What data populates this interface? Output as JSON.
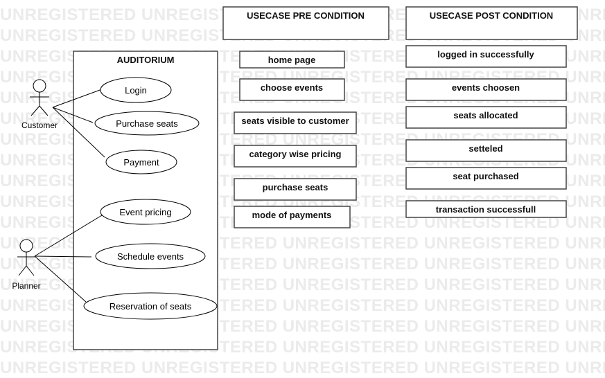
{
  "watermark": {
    "text": "UNREGISTERED"
  },
  "diagram": {
    "system": {
      "title": "AUDITORIUM"
    },
    "actors": [
      {
        "name": "Customer"
      },
      {
        "name": "Planner"
      }
    ],
    "use_cases": [
      {
        "label": "Login"
      },
      {
        "label": "Purchase seats"
      },
      {
        "label": "Payment"
      },
      {
        "label": "Event pricing"
      },
      {
        "label": "Schedule events"
      },
      {
        "label": "Reservation of seats"
      }
    ],
    "pre_condition": {
      "header": "USECASE PRE CONDITION",
      "items": [
        "home page",
        "choose events",
        "seats visible to customer",
        "category wise pricing",
        "purchase seats",
        "mode of payments"
      ]
    },
    "post_condition": {
      "header": "USECASE POST CONDITION",
      "items": [
        "logged in successfully",
        "events choosen",
        "seats allocated",
        "setteled",
        "seat purchased",
        "transaction successfull"
      ]
    }
  }
}
